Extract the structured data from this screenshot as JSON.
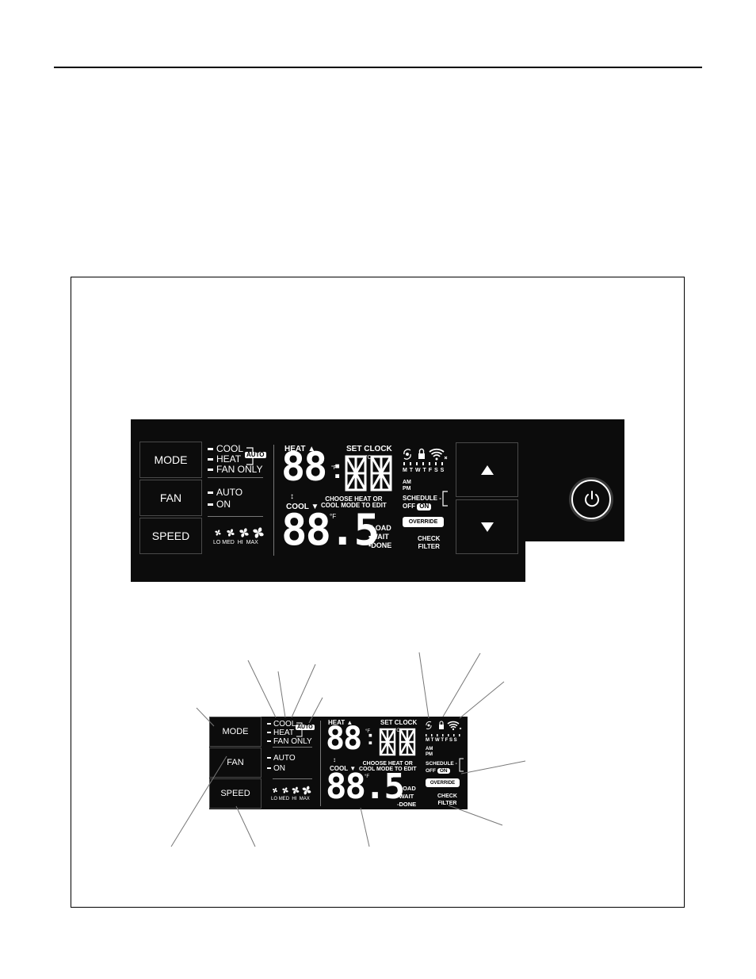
{
  "controls": {
    "mode_label": "MODE",
    "fan_label": "FAN",
    "speed_label": "SPEED"
  },
  "modes": {
    "cool": "COOL",
    "heat": "HEAT",
    "fan_only": "FAN ONLY",
    "auto_badge": "AUTO"
  },
  "fan": {
    "auto": "AUTO",
    "on": "ON"
  },
  "speed": {
    "lo": "LO",
    "med": "MED",
    "hi": "HI",
    "max": "MAX"
  },
  "display": {
    "heat": "HEAT",
    "set_clock": "SET CLOCK",
    "cool": "COOL",
    "choose_line1": "CHOOSE HEAT OR",
    "choose_line2": "COOL MODE TO EDIT",
    "digits_top_left": "88",
    "colon": ":",
    "unit_f": "°F",
    "unit_c": "°C",
    "unit_f_top": "°F",
    "unit_c_top": "°C",
    "digits_bottom": "88.5"
  },
  "status": {
    "load": "LOAD",
    "wait": "WAIT",
    "done": "DONE"
  },
  "schedule": {
    "days": "M T W T F S S",
    "am": "AM",
    "pm": "PM",
    "schedule": "SCHEDULE",
    "off": "OFF",
    "on": "ON",
    "override": "OVERRIDE",
    "check": "CHECK",
    "filter": "FILTER"
  },
  "icons": [
    "sensor-icon",
    "lock-icon",
    "wifi-icon",
    "up-arrow-icon",
    "down-arrow-icon",
    "power-icon",
    "fan-icon"
  ]
}
